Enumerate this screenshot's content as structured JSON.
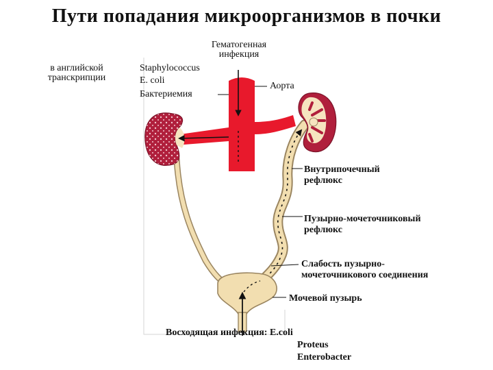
{
  "title": "Пути попадания микроорганизмов в почки",
  "note_lines": [
    "в английской",
    "транскрипции"
  ],
  "hematogenous": {
    "heading_lines": [
      "Гематогенная",
      "инфекция"
    ],
    "organisms": [
      "Staphylococcus",
      "E. coli"
    ],
    "bacteremia": "Бактериемия"
  },
  "labels": {
    "aorta": "Аорта",
    "intrarenal_reflux": [
      "Внутрипочечный",
      "рефлюкс"
    ],
    "vesicoureteral_reflux": [
      "Пузырно-мочеточниковый",
      "рефлюкс"
    ],
    "junction_weakness": [
      "Слабость пузырно-",
      "мочеточникового соединения"
    ],
    "bladder": "Мочевой пузырь"
  },
  "ascending": {
    "heading": "Восходящая инфекция: E.coli",
    "organisms": [
      "Proteus",
      "Enterobacter"
    ]
  },
  "colors": {
    "blood": "#e8192c",
    "kidney": "#b01f3c",
    "kidney_pale": "#f6e4c0",
    "urine_tube": "#f2deb0",
    "tube_outline": "#9a8560",
    "frame": "#d4d4d4"
  }
}
